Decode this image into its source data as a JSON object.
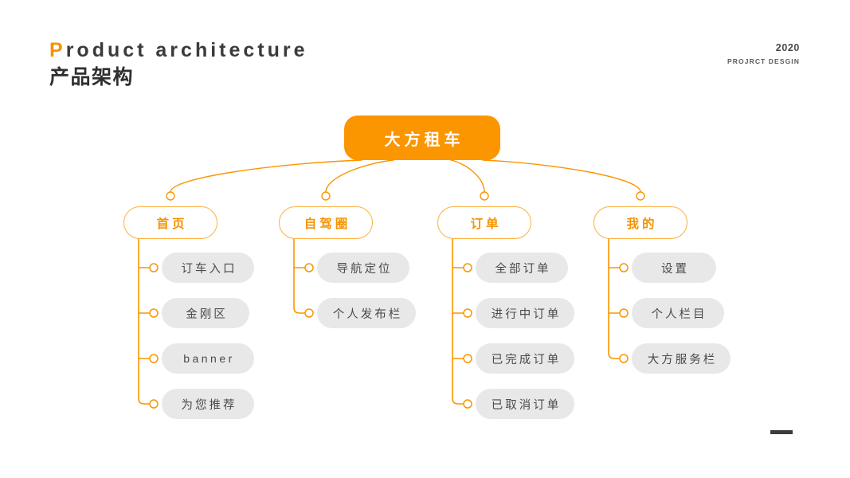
{
  "header": {
    "title_en_first": "P",
    "title_en_rest": "roduct architecture",
    "title_cn": "产品架构",
    "year": "2020",
    "subtitle": "PROJRCT DESGIN"
  },
  "colors": {
    "accent_orange": "#fb9500",
    "branch_border": "#fcb040",
    "leaf_gray": "#e8e8e8",
    "text_dark": "#3b3b3b",
    "footer_dash": "#3c3c3c"
  },
  "chart_data": {
    "type": "diagram",
    "title": "产品架构",
    "root": {
      "label": "大方租车"
    },
    "branches": [
      {
        "label": "首页",
        "children": [
          {
            "label": "订车入口"
          },
          {
            "label": "金刚区"
          },
          {
            "label": "banner"
          },
          {
            "label": "为您推荐"
          }
        ]
      },
      {
        "label": "自驾圈",
        "children": [
          {
            "label": "导航定位"
          },
          {
            "label": "个人发布栏"
          }
        ]
      },
      {
        "label": "订单",
        "children": [
          {
            "label": "全部订单"
          },
          {
            "label": "进行中订单"
          },
          {
            "label": "已完成订单"
          },
          {
            "label": "已取消订单"
          }
        ]
      },
      {
        "label": "我的",
        "children": [
          {
            "label": "设置"
          },
          {
            "label": "个人栏目"
          },
          {
            "label": "大方服务栏"
          }
        ]
      }
    ]
  }
}
